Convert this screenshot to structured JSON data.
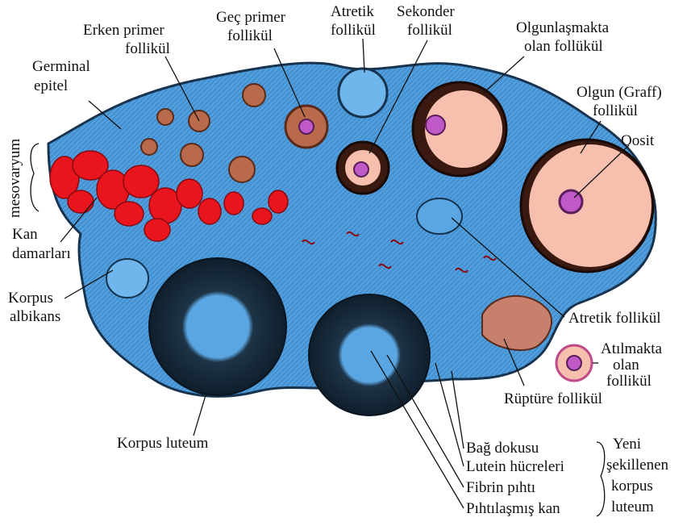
{
  "labels": {
    "erken_primer": [
      "Erken primer",
      "follikül"
    ],
    "gec_primer": [
      "Geç primer",
      "follikül"
    ],
    "atretik_top": [
      "Atretik",
      "follikül"
    ],
    "sekonder": [
      "Sekonder",
      "follikül"
    ],
    "olgunlasmakta": [
      "Olgunlaşmakta",
      "olan follükül"
    ],
    "germinal": [
      "Germinal",
      "epitel"
    ],
    "graff": [
      "Olgun (Graff)",
      "follikül"
    ],
    "oosit": "Oosit",
    "mesovaryum": "mesovaryum",
    "kan": [
      "Kan",
      "damarları"
    ],
    "korpus_albikans": [
      "Korpus",
      "albikans"
    ],
    "atretik_right": "Atretik follikül",
    "atilmakta": [
      "Atılmakta",
      "olan",
      "follikül"
    ],
    "rupture": "Rüptüre follikül",
    "korpus_luteum": "Korpus luteum",
    "bag_dokusu": "Bağ dokusu",
    "lutein": "Lutein hücreleri",
    "fibrin": "Fibrin pıhtı",
    "pihti": "Pıhtılaşmış kan",
    "yeni": [
      "Yeni",
      "şekillenen",
      "korpus",
      "luteum"
    ]
  },
  "colors": {
    "stroma": "#4f9fe0",
    "stroma_dark": "#1c3550",
    "blood": "#e8141e",
    "antrum": "#f7bfae",
    "follicle_ring": "#7a3a2a",
    "oocyte": "#c05ac8"
  }
}
